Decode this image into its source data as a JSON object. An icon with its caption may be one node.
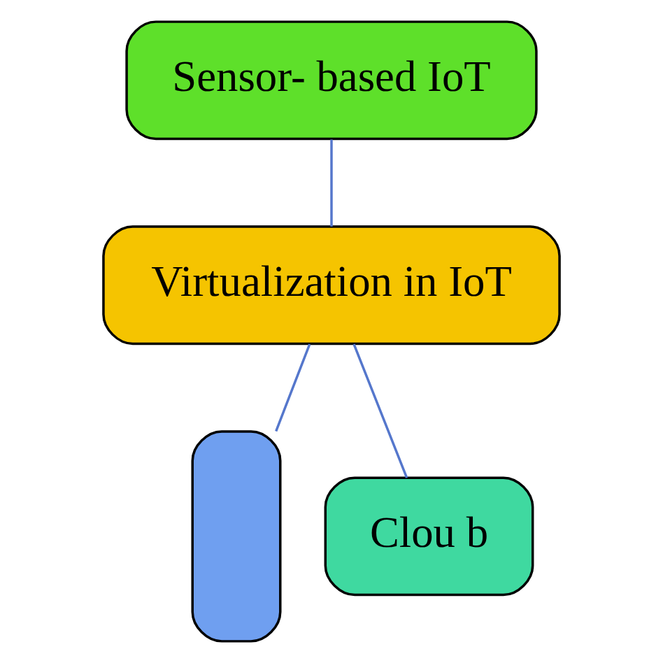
{
  "diagram": {
    "nodes": [
      {
        "text": [
          "Sensor- based IoT"
        ]
      },
      {
        "text": [
          "Virtualization in IoT"
        ]
      },
      {
        "text": [],
        "shape": "box"
      },
      {
        "text": [
          "Clou b"
        ]
      }
    ],
    "edges": [
      {
        "from": 0,
        "to": 1,
        "arrow": "none"
      },
      {
        "from": 1,
        "to": 2,
        "arrow": "none"
      },
      {
        "from": 1,
        "to": 3,
        "arrow": "none"
      }
    ]
  }
}
